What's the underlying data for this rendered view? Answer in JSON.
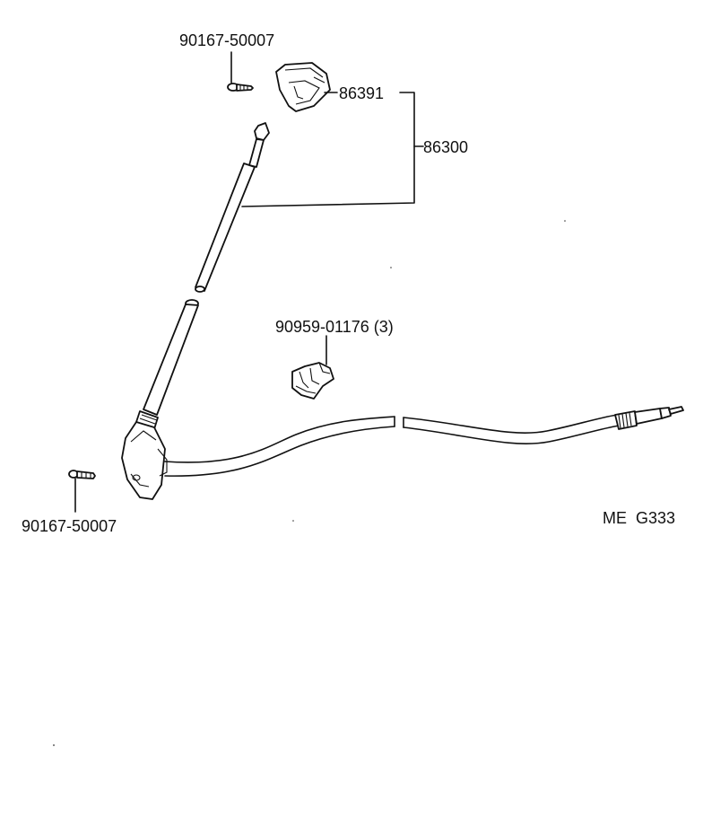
{
  "labels": {
    "screw_top": "90167-50007",
    "cap": "86391",
    "antenna_assy": "86300",
    "clip": "90959-01176 (3)",
    "screw_bottom": "90167-50007",
    "diagram_code": "ME  G333"
  }
}
